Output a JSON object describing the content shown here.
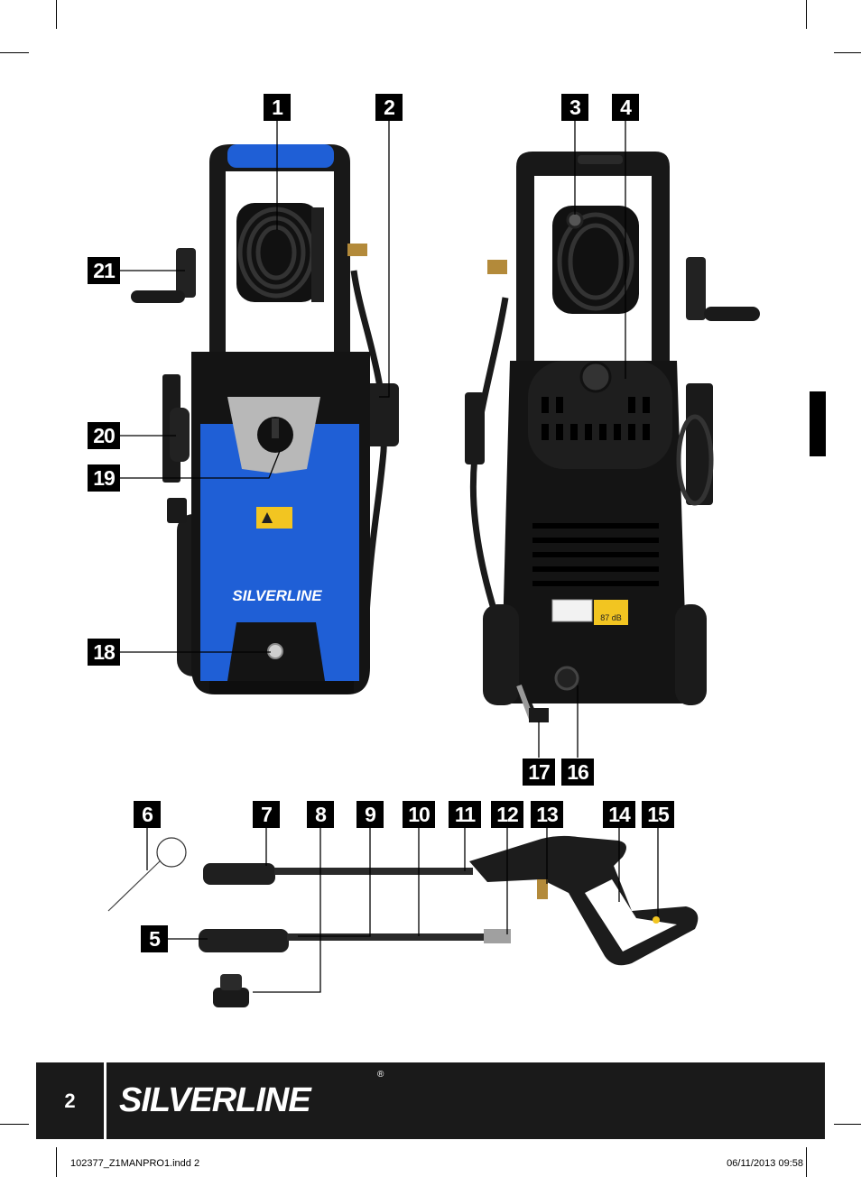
{
  "callouts": {
    "c1": "1",
    "c2": "2",
    "c3": "3",
    "c4": "4",
    "c5": "5",
    "c6": "6",
    "c7": "7",
    "c8": "8",
    "c9": "9",
    "c10": "10",
    "c11": "11",
    "c12": "12",
    "c13": "13",
    "c14": "14",
    "c15": "15",
    "c16": "16",
    "c17": "17",
    "c18": "18",
    "c19": "19",
    "c20": "20",
    "c21": "21"
  },
  "product": {
    "brand": "SILVERLINE",
    "noise_label": "87 dB"
  },
  "footer": {
    "page_number": "2",
    "brand": "SILVERLINE",
    "registered": "®",
    "file_slug": "102377_Z1MANPRO1.indd   2",
    "timestamp": "06/11/2013   09:58"
  },
  "colors": {
    "accent_blue": "#1f5fd6",
    "body_black": "#141414",
    "footer_bar": "#1a1a1a"
  }
}
